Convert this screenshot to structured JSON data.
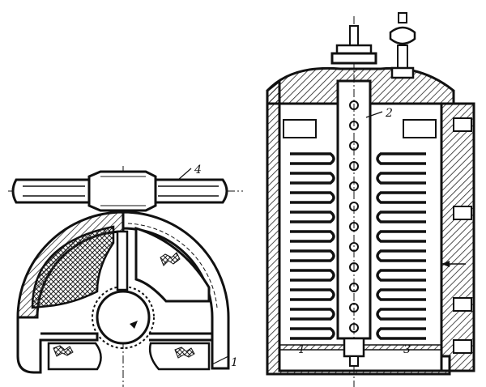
{
  "diagram": {
    "callouts": [
      {
        "id": "part-1-left",
        "text": "1"
      },
      {
        "id": "part-1-right",
        "text": "1"
      },
      {
        "id": "part-2",
        "text": "2"
      },
      {
        "id": "part-3",
        "text": "3"
      },
      {
        "id": "part-4",
        "text": "4"
      }
    ],
    "colors": {
      "ink": "#111111",
      "paper": "#ffffff",
      "hatch": "#222222"
    }
  }
}
